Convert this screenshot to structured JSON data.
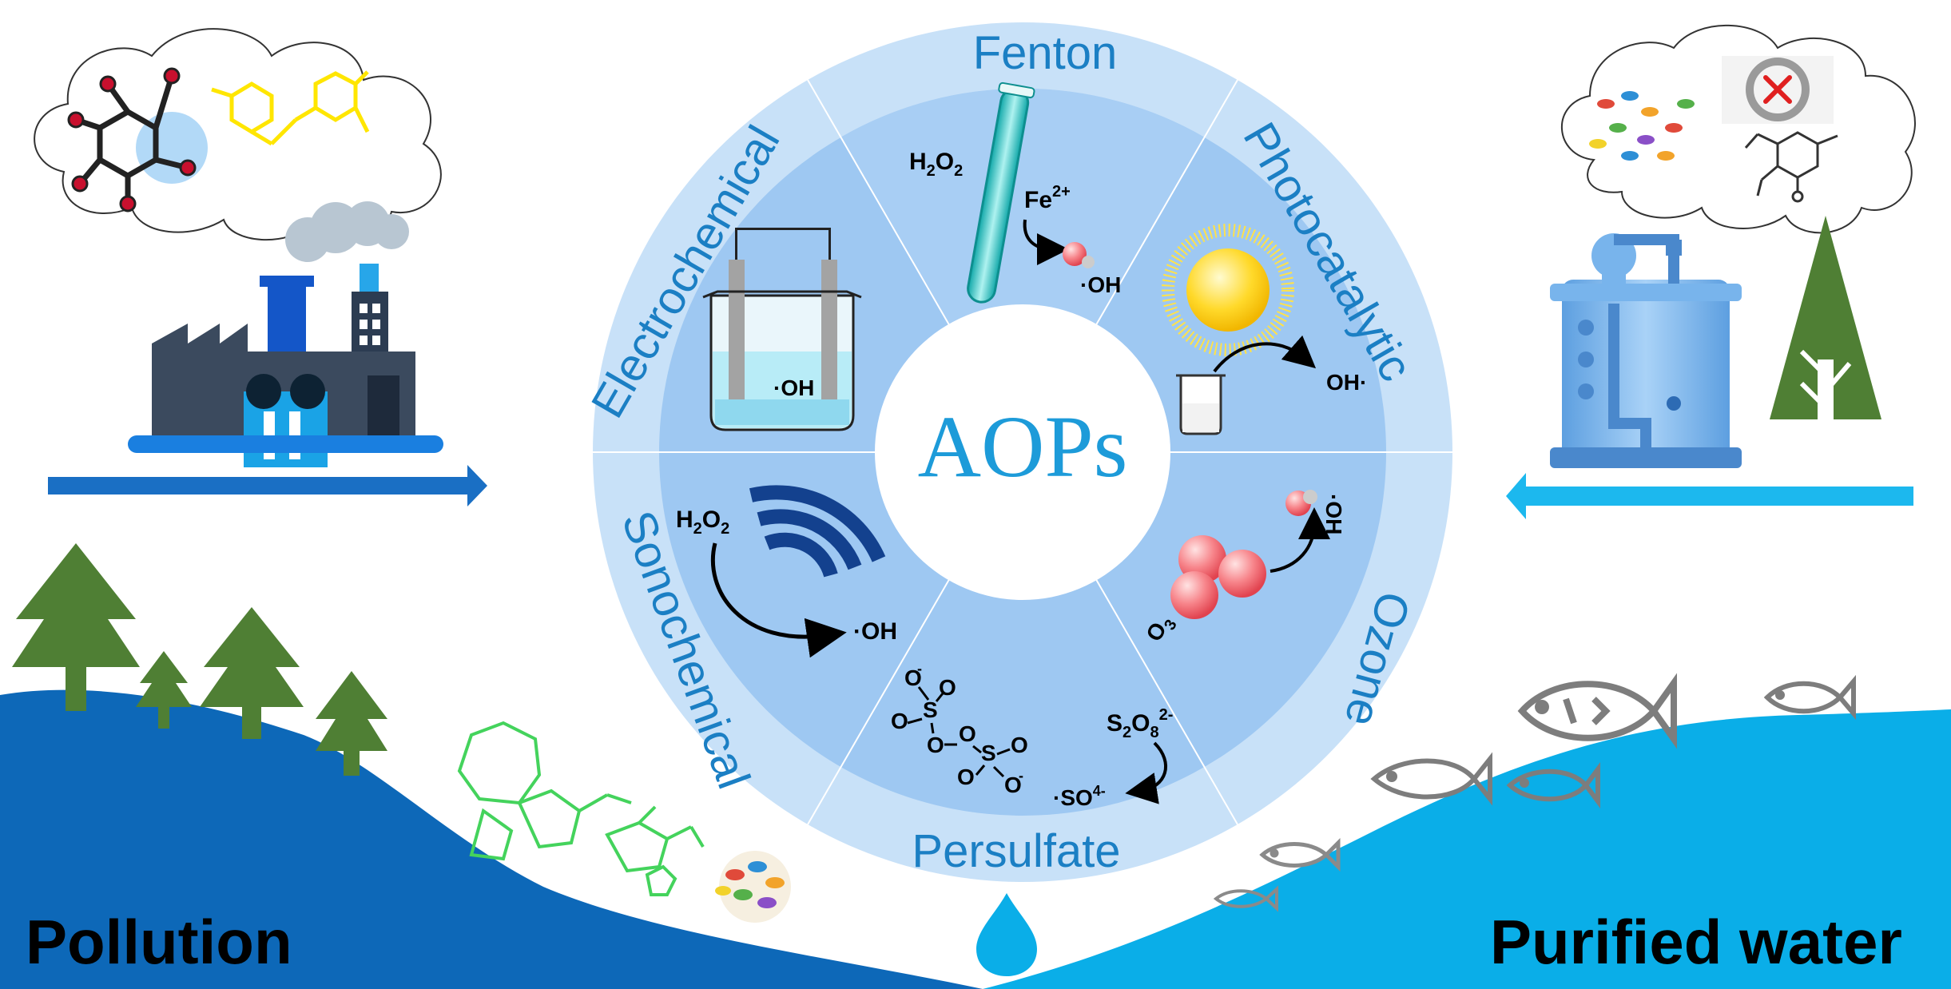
{
  "center": {
    "title": "AOPs"
  },
  "segments": {
    "fenton": "Fenton",
    "photocatalytic": "Photocatalytic",
    "ozone": "Ozone",
    "persulfate": "Persulfate",
    "sonochemical": "Sonochemical",
    "electrochemical": "Electrochemical"
  },
  "labels": {
    "pollution": "Pollution",
    "purified_water": "Purified water"
  },
  "chem": {
    "oh_radical": "·OH",
    "oh_radical_alt": "OH·",
    "h2o2": "H",
    "h2o2_sub": "2",
    "h2o2_o": "O",
    "fe": "Fe",
    "fe_sup": "2+",
    "o3": "O",
    "o3_sub": "3",
    "s2o8": "S",
    "s2o8_o": "O",
    "s2o8_sub1": "2",
    "s2o8_sub2": "8",
    "s2o8_sup": "2-",
    "so4": "·SO",
    "so4_sup": "4-"
  },
  "colors": {
    "ring_outer": "#c8e1f8",
    "ring_mid": "#9ec8f2",
    "center_text": "#1d9bd9",
    "segment_text": "#1b7fc4",
    "left_water": "#0d68b8",
    "right_water": "#0aaee8",
    "tree": "#4f7f34"
  }
}
